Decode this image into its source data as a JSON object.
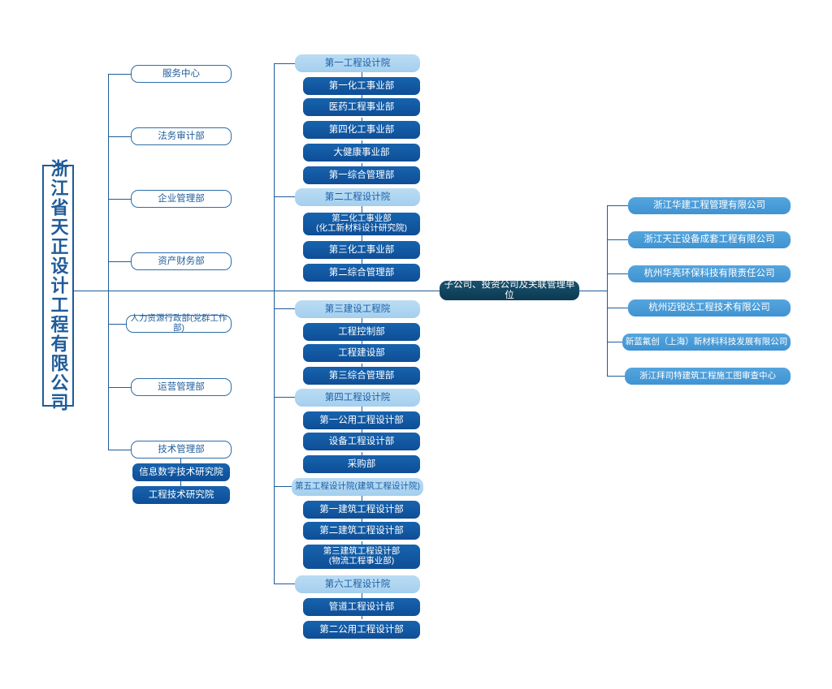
{
  "root": {
    "label": "浙江省天正设计工程有限公司"
  },
  "colors": {
    "line": "#1F5C99",
    "outline_border": "#2E6DA8",
    "outline_text": "#1F5C99",
    "solid_fill": "#1055A0",
    "light_fill": "#AED6F1",
    "light_text": "#1B5FA6",
    "medium_fill": "#469BD8",
    "hub_fill": "#12455F"
  },
  "left_column": {
    "departments": [
      {
        "label": "服务中心"
      },
      {
        "label": "法务审计部"
      },
      {
        "label": "企业管理部"
      },
      {
        "label": "资产财务部"
      },
      {
        "label": "人力资源行政部(党群工作部)"
      },
      {
        "label": "运营管理部"
      },
      {
        "label": "技术管理部"
      }
    ],
    "research_institutes": [
      {
        "label": "信息数字技术研究院"
      },
      {
        "label": "工程技术研究院"
      }
    ]
  },
  "middle_column": {
    "groups": [
      {
        "header": "第一工程设计院",
        "items": [
          "第一化工事业部",
          "医药工程事业部",
          "第四化工事业部",
          "大健康事业部",
          "第一综合管理部"
        ]
      },
      {
        "header": "第二工程设计院",
        "items": [
          "第二化工事业部\n(化工新材料设计研究院)",
          "第三化工事业部",
          "第二综合管理部"
        ]
      },
      {
        "header": "第三建设工程院",
        "items": [
          "工程控制部",
          "工程建设部",
          "第三综合管理部"
        ]
      },
      {
        "header": "第四工程设计院",
        "items": [
          "第一公用工程设计部",
          "设备工程设计部",
          "采购部"
        ]
      },
      {
        "header": "第五工程设计院(建筑工程设计院)",
        "items": [
          "第一建筑工程设计部",
          "第二建筑工程设计部",
          "第三建筑工程设计部\n(物流工程事业部)"
        ]
      },
      {
        "header": "第六工程设计院",
        "items": [
          "管道工程设计部",
          "第二公用工程设计部"
        ]
      }
    ]
  },
  "hub": {
    "label": "子公司、投资公司及关联管理单位"
  },
  "right_column": {
    "subsidiaries": [
      {
        "label": "浙江华建工程管理有限公司"
      },
      {
        "label": "浙江天正设备成套工程有限公司"
      },
      {
        "label": "杭州华亮环保科技有限责任公司"
      },
      {
        "label": "杭州迈锐达工程技术有限公司"
      },
      {
        "label": "新蓝氟创（上海）新材料科技发展有限公司"
      },
      {
        "label": "浙江拜司特建筑工程施工图审查中心"
      }
    ]
  }
}
